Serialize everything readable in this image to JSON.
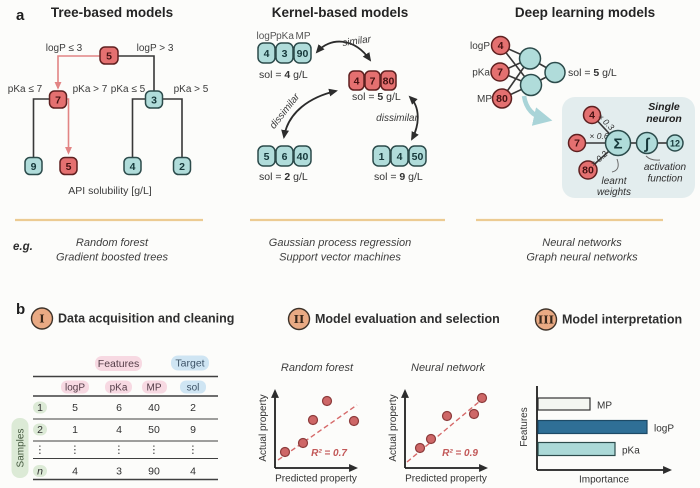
{
  "figure": {
    "panel_a_label": "a",
    "panel_b_label": "b",
    "eg_label": "e.g."
  },
  "tree": {
    "title": "Tree-based models",
    "root": "5",
    "left_node": "7",
    "right_node": "3",
    "branches": {
      "root_left": "logP ≤ 3",
      "root_right": "logP > 3",
      "l_left": "pKa ≤ 7",
      "l_right": "pKa > 7",
      "r_left": "pKa ≤ 5",
      "r_right": "pKa > 5"
    },
    "leaves": [
      "9",
      "5",
      "4",
      "2"
    ],
    "caption": "API solubility [g/L]",
    "examples": [
      "Random forest",
      "Gradient boosted trees"
    ]
  },
  "kernel": {
    "title": "Kernel-based models",
    "feature_labels": [
      "logP",
      "pKa",
      "MP"
    ],
    "groups": {
      "top_left": {
        "values": [
          "4",
          "3",
          "90"
        ],
        "sol_pre": "sol = ",
        "sol_val": "4",
        "sol_post": " g/L"
      },
      "center": {
        "values": [
          "4",
          "7",
          "80"
        ],
        "sol_pre": "sol = ",
        "sol_val": "5",
        "sol_post": " g/L"
      },
      "bottom_left": {
        "values": [
          "5",
          "6",
          "40"
        ],
        "sol_pre": "sol = ",
        "sol_val": "2",
        "sol_post": " g/L"
      },
      "bottom_right": {
        "values": [
          "1",
          "4",
          "50"
        ],
        "sol_pre": "sol = ",
        "sol_val": "9",
        "sol_post": " g/L"
      }
    },
    "similar_label": "similar",
    "dissimilar_label_left": "dissimilar",
    "dissimilar_label_right": "dissimilar",
    "examples": [
      "Gaussian process regression",
      "Support vector machines"
    ]
  },
  "deep": {
    "title": "Deep learning models",
    "inputs": [
      {
        "label": "logP",
        "value": "4"
      },
      {
        "label": "pKa",
        "value": "7"
      },
      {
        "label": "MP",
        "value": "80"
      }
    ],
    "sol_pre": "sol = ",
    "sol_val": "5",
    "sol_post": " g/L",
    "inset": {
      "title_line1": "Single",
      "title_line2": "neuron",
      "node_values": [
        "4",
        "7",
        "80"
      ],
      "weights": [
        "× 0.3",
        "× 0.6",
        "× 0.2"
      ],
      "sum_symbol": "Σ",
      "activation_symbol": "∫",
      "output": "12",
      "weights_label_line1": "learnt",
      "weights_label_line2": "weights",
      "activation_label_line1": "activation",
      "activation_label_line2": "function"
    },
    "examples": [
      "Neural networks",
      "Graph neural networks"
    ]
  },
  "workflow": {
    "steps": [
      {
        "numeral": "I",
        "title": "Data acquisition and cleaning"
      },
      {
        "numeral": "II",
        "title": "Model evaluation and selection"
      },
      {
        "numeral": "III",
        "title": "Model interpretation"
      }
    ],
    "table": {
      "features_header": "Features",
      "target_header": "Target",
      "samples_label": "Samples",
      "columns": [
        "logP",
        "pKa",
        "MP",
        "sol"
      ],
      "rows": [
        {
          "label": "1",
          "values": [
            "5",
            "6",
            "40",
            "2"
          ]
        },
        {
          "label": "2",
          "values": [
            "1",
            "4",
            "50",
            "9"
          ]
        },
        {
          "label": "⋮",
          "values": [
            "⋮",
            "⋮",
            "⋮",
            "⋮"
          ]
        },
        {
          "label": "n",
          "values": [
            "4",
            "3",
            "90",
            "4"
          ]
        }
      ]
    },
    "scatter_left": {
      "title": "Random forest",
      "r2": "R² = 0.7",
      "xlabel": "Predicted property",
      "ylabel": "Actual property"
    },
    "scatter_right": {
      "title": "Neural network",
      "r2": "R² = 0.9",
      "xlabel": "Predicted property",
      "ylabel": "Actual property"
    },
    "bar_chart": {
      "ylabel": "Features",
      "xlabel": "Importance",
      "bars": [
        {
          "label": "MP"
        },
        {
          "label": "logP"
        },
        {
          "label": "pKa"
        }
      ]
    }
  },
  "colors": {
    "red_fill": "#e47070",
    "red_stroke": "#5e2020",
    "teal_fill": "#b0dcda",
    "teal_stroke": "#2c4b4b",
    "peach_circle": "#e9aa84",
    "divider": "#eccb92",
    "bar_dark_blue": "#2f6f96",
    "bar_light_teal": "#abd9d7",
    "bar_white": "#f4f6f1",
    "scatter_point": "#ce6767",
    "trendline_red": "#d66a6a",
    "pink_highlight": "#f7d9e2",
    "blue_highlight": "#cfe5f3",
    "green_highlight": "#dcead6",
    "inset_bg": "#e3edee"
  },
  "chart_data": [
    {
      "type": "scatter",
      "title": "Random forest",
      "xlabel": "Predicted property",
      "ylabel": "Actual property",
      "annotation": "R² = 0.7",
      "trendline": "dashed",
      "points_norm": [
        [
          0.15,
          0.2
        ],
        [
          0.36,
          0.31
        ],
        [
          0.48,
          0.59
        ],
        [
          0.64,
          0.82
        ],
        [
          0.95,
          0.58
        ]
      ]
    },
    {
      "type": "scatter",
      "title": "Neural network",
      "xlabel": "Predicted property",
      "ylabel": "Actual property",
      "annotation": "R² = 0.9",
      "trendline": "dashed",
      "points_norm": [
        [
          0.18,
          0.25
        ],
        [
          0.31,
          0.36
        ],
        [
          0.51,
          0.64
        ],
        [
          0.83,
          0.67
        ],
        [
          0.93,
          0.87
        ]
      ]
    },
    {
      "type": "bar",
      "orientation": "horizontal",
      "categories": [
        "MP",
        "logP",
        "pKa"
      ],
      "values_norm": [
        0.43,
        0.9,
        0.64
      ],
      "xlabel": "Importance",
      "ylabel": "Features"
    }
  ]
}
